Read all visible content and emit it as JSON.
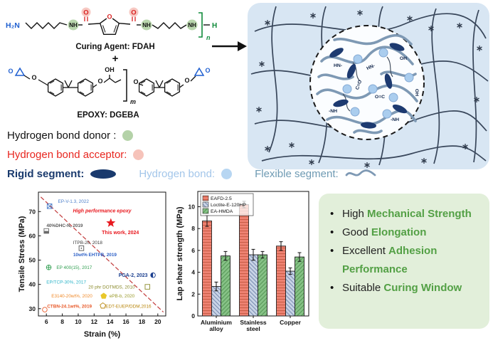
{
  "colors": {
    "accent_green": "#53a045",
    "red": "#e8191f",
    "navy": "#1a3a6d",
    "light_blue": "#aacdee",
    "steel_blue": "#7e99b4",
    "network_panel_bg": "#d8e6f3",
    "benefits_panel_bg": "#e2efda"
  },
  "scheme": {
    "fdah": {
      "h2n": "H₂N",
      "nh": "NH",
      "o": "O",
      "n": "n",
      "h": "H",
      "caption": "Curing Agent: FDAH"
    },
    "plus": "+",
    "dgeba": {
      "o": "O",
      "oh": "OH",
      "m": "m",
      "caption": "EPOXY: DGEBA"
    }
  },
  "network": {
    "inner_labels": [
      "OH",
      "HN-",
      "C=O",
      "-NH",
      "O=C",
      "OH",
      "-NH",
      "HN-"
    ]
  },
  "legend": {
    "donor": "Hydrogen bond donor :",
    "acceptor": "Hydrogen bond acceptor:",
    "rigid": "Rigid segment:",
    "hbond": "Hydrogen bond:",
    "flexible": "Flexible segment:"
  },
  "panel": {
    "bullets": [
      {
        "pre": "High ",
        "key": "Mechanical Strength"
      },
      {
        "pre": "Good ",
        "key": "Elongation"
      },
      {
        "pre": "Excellent ",
        "key": "Adhesion Performance"
      },
      {
        "pre": "Suitable ",
        "key": "Curing Window"
      }
    ]
  },
  "chart_data": [
    {
      "type": "scatter",
      "xlabel": "Strain (%)",
      "ylabel": "Tensile Stress (MPa)",
      "xlim": [
        5,
        21
      ],
      "ylim": [
        27,
        78
      ],
      "xticks": [
        6,
        8,
        10,
        12,
        14,
        16,
        18,
        20
      ],
      "yticks": [
        30,
        40,
        50,
        60,
        70
      ],
      "trend_line": {
        "x1": 5.3,
        "y1": 76.0,
        "x2": 20.7,
        "y2": 28.6,
        "color": "#c23b3b",
        "style": "dashed"
      },
      "points": [
        {
          "label": "EP-V-1.3, 2022",
          "lx": 9.4,
          "ly": 74.3,
          "color": "#4a7dc9",
          "marker": {
            "type": "squareX",
            "x": 6.4,
            "y": 72.2,
            "color": "#4a7dc9"
          }
        },
        {
          "label": "High performance epoxy",
          "lx": 13.0,
          "ly": 70.3,
          "color": "#e8191f",
          "bold": true,
          "italic": true,
          "fs": 7
        },
        {
          "label": "40%DHC-N, 2019",
          "lx": 8.3,
          "ly": 64.3,
          "color": "#5a5a5a",
          "bold": true,
          "marker": {
            "type": "squareHalf",
            "x": 6.0,
            "y": 62.0,
            "color": "#6a6a6a"
          }
        },
        {
          "label": "This work, 2024",
          "lx": 15.3,
          "ly": 61.3,
          "color": "#e8191f",
          "bold": true,
          "fs": 7,
          "marker": {
            "type": "star",
            "x": 14.1,
            "y": 65.3,
            "color": "#e8191f",
            "size": 6
          }
        },
        {
          "label": "ITPB-20, 2018",
          "lx": 11.2,
          "ly": 57.3,
          "color": "#3a3a3a",
          "marker": {
            "type": "squareDot",
            "x": 10.4,
            "y": 54.9,
            "color": "#555555"
          }
        },
        {
          "label": "10wt% EHTPB, 2019",
          "lx": 12.1,
          "ly": 52.2,
          "color": "#2b5fc7",
          "bold": true
        },
        {
          "label": "EP 400(15), 2017",
          "lx": 9.5,
          "ly": 47.0,
          "color": "#2e9e4f",
          "marker": {
            "type": "circlePlus",
            "x": 6.3,
            "y": 47.0,
            "color": "#2e9e4f"
          }
        },
        {
          "label": "PGA-2, 2023",
          "lx": 16.9,
          "ly": 43.8,
          "color": "#1b3f8f",
          "bold": true,
          "fs": 7,
          "marker": {
            "type": "circleHalf",
            "x": 19.4,
            "y": 43.8,
            "color": "#1b3f8f"
          }
        },
        {
          "label": "EP/TCP-30%, 2017",
          "lx": 8.5,
          "ly": 41.0,
          "color": "#2fb5c9"
        },
        {
          "label": "20 phr DOTMDS, 2010",
          "lx": 14.2,
          "ly": 39.0,
          "color": "#8a8a2a",
          "marker": {
            "type": "square",
            "x": 18.7,
            "y": 39.0,
            "color": "#8a8a2a"
          }
        },
        {
          "label": "E3140-20wt%, 2020",
          "lx": 9.2,
          "ly": 35.2,
          "color": "#f08a2a"
        },
        {
          "label": "ePB-b, 2020",
          "lx": 15.5,
          "ly": 35.2,
          "color": "#9a9a2a",
          "marker": {
            "type": "pentagon",
            "x": 13.2,
            "y": 35.2,
            "color": "#e8c72a",
            "filled": true
          }
        },
        {
          "label": "CTBN-24.1wt%, 2019",
          "lx": 8.9,
          "ly": 31.0,
          "color": "#e85a2a",
          "bold": true,
          "marker": {
            "type": "circle",
            "x": 5.8,
            "y": 29.6,
            "color": "#e85a2a"
          }
        },
        {
          "label": "EDT-EUEP/DDM,2016",
          "lx": 16.3,
          "ly": 31.0,
          "color": "#b8860b",
          "marker": {
            "type": "pentagon",
            "x": 13.1,
            "y": 31.2,
            "color": "#b8860b",
            "filled": false
          }
        }
      ]
    },
    {
      "type": "bar",
      "ylabel": "Lap shear strength (MPa)",
      "ylim": [
        0,
        11.4
      ],
      "yticks": [
        0,
        2,
        4,
        6,
        8,
        10
      ],
      "categories": [
        [
          "Aluminium",
          "alloy"
        ],
        [
          "Stainless",
          "steel"
        ],
        [
          "Copper"
        ]
      ],
      "series": [
        {
          "name": "EAFD-2.5",
          "color": "#ee8272",
          "hatch": "horizontal",
          "hatch_color": "#c2553d",
          "values": [
            8.7,
            10.2,
            6.4
          ],
          "errors": [
            0.5,
            0.3,
            0.4
          ]
        },
        {
          "name": "Loctite-E-120HP",
          "color": "#c9d4e6",
          "hatch": "diag",
          "hatch_color": "#6b80a8",
          "values": [
            2.7,
            5.6,
            4.1
          ],
          "errors": [
            0.4,
            0.5,
            0.3
          ]
        },
        {
          "name": "EA-HMDA",
          "color": "#86c286",
          "hatch": "diag2",
          "hatch_color": "#4e8f4e",
          "values": [
            5.5,
            5.6,
            5.4
          ],
          "errors": [
            0.4,
            0.3,
            0.4
          ]
        }
      ]
    }
  ]
}
